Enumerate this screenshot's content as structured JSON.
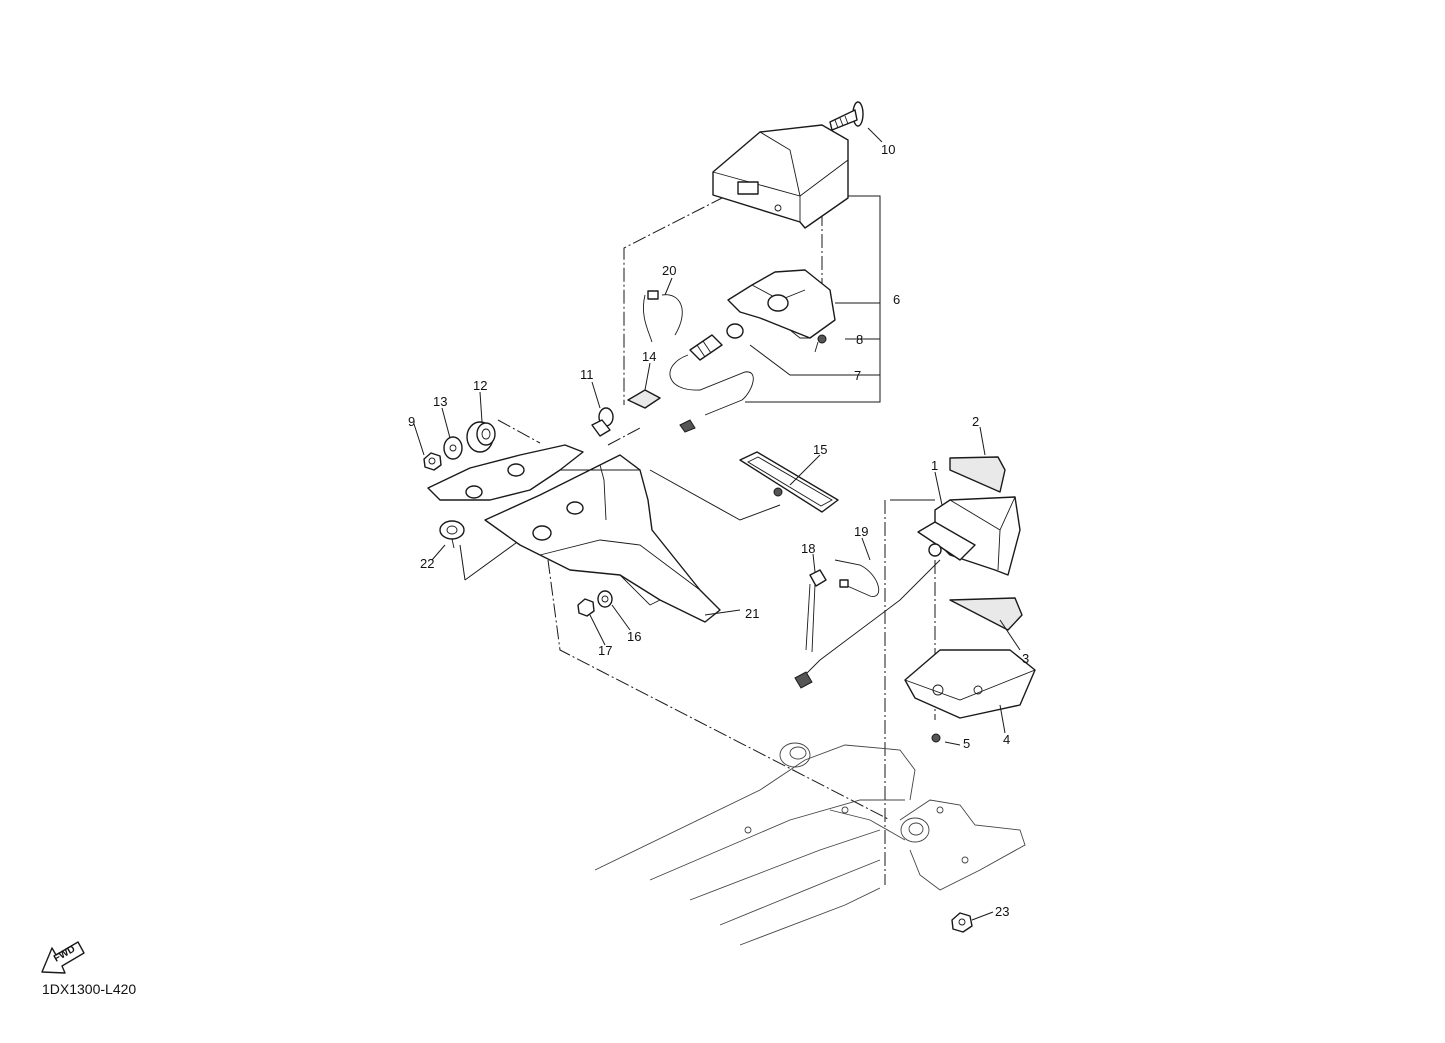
{
  "diagram": {
    "drawing_code": "1DX1300-L420",
    "fwd_label": "FWD",
    "callouts": [
      "1",
      "2",
      "3",
      "4",
      "5",
      "6",
      "7",
      "8",
      "9",
      "10",
      "11",
      "12",
      "13",
      "14",
      "15",
      "16",
      "17",
      "18",
      "19",
      "20",
      "21",
      "22",
      "23"
    ]
  }
}
